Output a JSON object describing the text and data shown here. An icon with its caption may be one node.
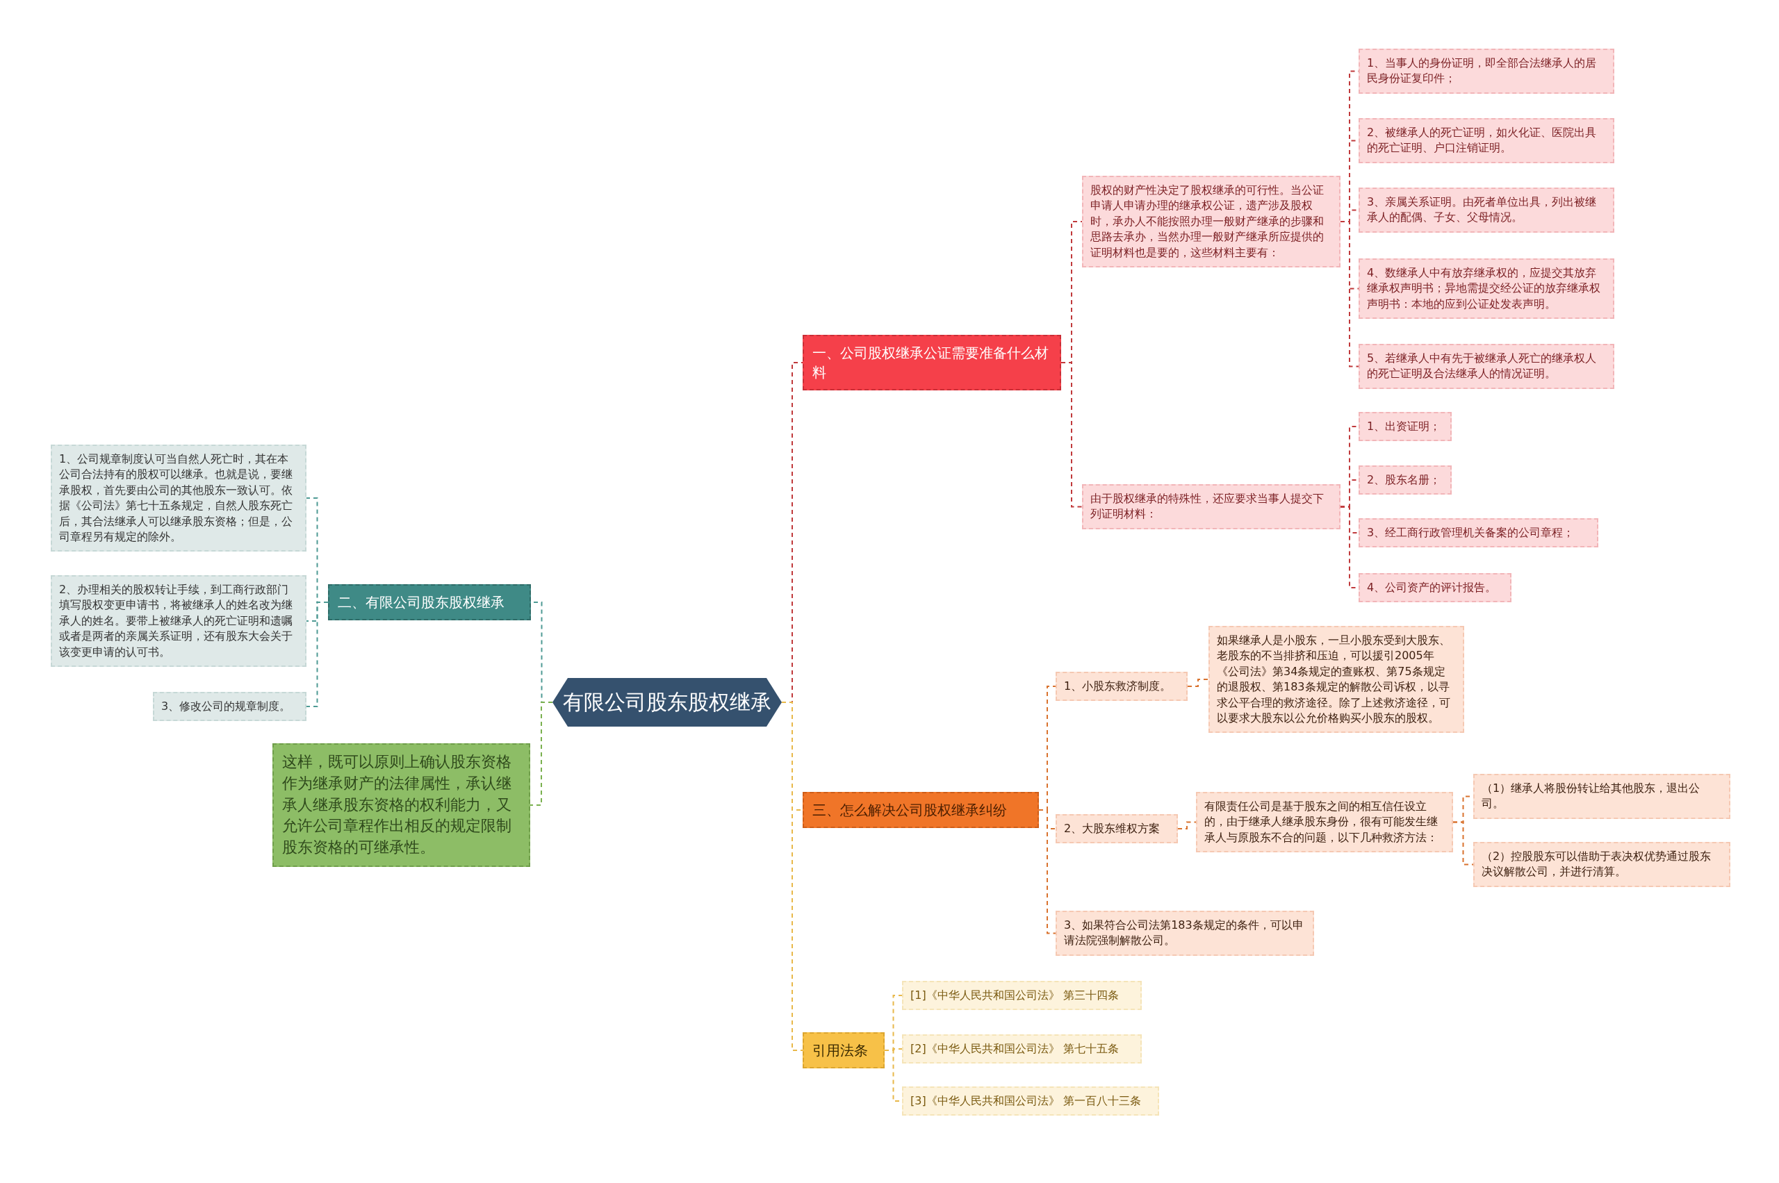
{
  "diagram": {
    "nodes": [
      {
        "text": [
          "有限公司股东股权继承"
        ]
      },
      {
        "text": [
          "一、公司股权继承公证需要准备什么材料"
        ]
      },
      {
        "text": [
          "股权的财产性决定了股权继承的可行性。当公证申请人申请办理的继承权公证，遗产涉及股权时，承办人不能按照办理一般财产继承的步骤和思路去承办，当然办理一般财产继承所应提供的证明材料也是要的，这些材料主要有："
        ]
      },
      {
        "text": [
          "1、当事人的身份证明，即全部合法继承人的居民身份证复印件；"
        ]
      },
      {
        "text": [
          "2、被继承人的死亡证明，如火化证、医院出具的死亡证明、户口注销证明。"
        ]
      },
      {
        "text": [
          "3、亲属关系证明。由死者单位出具，列出被继承人的配偶、子女、父母情况。"
        ]
      },
      {
        "text": [
          "4、数继承人中有放弃继承权的，应提交其放弃继承权声明书；异地需提交经公证的放弃继承权声明书：本地的应到公证处发表声明。"
        ]
      },
      {
        "text": [
          "5、若继承人中有先于被继承人死亡的继承权人的死亡证明及合法继承人的情况证明。"
        ]
      },
      {
        "text": [
          "由于股权继承的特殊性，还应要求当事人提交下列证明材料："
        ]
      },
      {
        "text": [
          "1、出资证明；"
        ]
      },
      {
        "text": [
          "2、股东名册；"
        ]
      },
      {
        "text": [
          "3、经工商行政管理机关备案的公司章程；"
        ]
      },
      {
        "text": [
          "4、公司资产的评计报告。"
        ]
      },
      {
        "text": [
          "三、怎么解决公司股权继承纠纷"
        ]
      },
      {
        "text": [
          "1、小股东救济制度。"
        ]
      },
      {
        "text": [
          "如果继承人是小股东，一旦小股东受到大股东、老股东的不当排挤和压迫，可以援引2005年《公司法》第34条规定的查账权、第75条规定的退股权、第183条规定的解散公司诉权，以寻求公平合理的救济途径。除了上述救济途径，可以要求大股东以公允价格购买小股东的股权。"
        ]
      },
      {
        "text": [
          "2、大股东维权方案"
        ]
      },
      {
        "text": [
          "有限责任公司是基于股东之间的相互信任设立的，由于继承人继承股东身份，很有可能发生继承人与原股东不合的问题，以下几种救济方法："
        ]
      },
      {
        "text": [
          "（1）继承人将股份转让给其他股东，退出公司。"
        ]
      },
      {
        "text": [
          "（2）控股股东可以借助于表决权优势通过股东决议解散公司，并进行清算。"
        ]
      },
      {
        "text": [
          "3、如果符合公司法第183条规定的条件，可以申请法院强制解散公司。"
        ]
      },
      {
        "text": [
          "引用法条"
        ]
      },
      {
        "text": [
          "[1]《中华人民共和国公司法》 第三十四条"
        ]
      },
      {
        "text": [
          "[2]《中华人民共和国公司法》 第七十五条"
        ]
      },
      {
        "text": [
          "[3]《中华人民共和国公司法》 第一百八十三条"
        ]
      },
      {
        "text": [
          "二、有限公司股东股权继承"
        ]
      },
      {
        "text": [
          "1、公司规章制度认可当自然人死亡时，其在本公司合法持有的股权可以继承。也就是说，要继承股权，首先要由公司的其他股东一致认可。依据《公司法》第七十五条规定，自然人股东死亡后，其合法继承人可以继承股东资格；但是，公司章程另有规定的除外。"
        ]
      },
      {
        "text": [
          "2、办理相关的股权转让手续，到工商行政部门填写股权变更申请书，将被继承人的姓名改为继承人的姓名。要带上被继承人的死亡证明和遗嘱或者是两者的亲属关系证明，还有股东大会关于该变更申请的认可书。"
        ]
      },
      {
        "text": [
          "3、修改公司的规章制度。"
        ]
      },
      {
        "text": [
          "这样，既可以原则上确认股东资格作为继承财产的法律属性，承认继承人继承股东资格的权利能力，又允许公司章程作出相反的规定限制股东资格的可继承性。"
        ]
      }
    ],
    "edges": [
      {
        "from": 0,
        "to": 1,
        "arrow": "none",
        "style": "dashed",
        "color": "#c0393b"
      },
      {
        "from": 0,
        "to": 13,
        "arrow": "none",
        "style": "dashed",
        "color": "#e8b84a"
      },
      {
        "from": 0,
        "to": 21,
        "arrow": "none",
        "style": "dashed",
        "color": "#e8b84a"
      },
      {
        "from": 0,
        "to": 25,
        "arrow": "none",
        "style": "dashed",
        "color": "#4e9a94"
      },
      {
        "from": 0,
        "to": 29,
        "arrow": "none",
        "style": "dashed",
        "color": "#7ab04f"
      },
      {
        "from": 1,
        "to": 2,
        "arrow": "none",
        "style": "dashed",
        "color": "#c0393b"
      },
      {
        "from": 1,
        "to": 8,
        "arrow": "none",
        "style": "dashed",
        "color": "#c0393b"
      },
      {
        "from": 2,
        "to": 3,
        "arrow": "none",
        "style": "dashed",
        "color": "#c0393b"
      },
      {
        "from": 2,
        "to": 4,
        "arrow": "none",
        "style": "dashed",
        "color": "#c0393b"
      },
      {
        "from": 2,
        "to": 5,
        "arrow": "none",
        "style": "dashed",
        "color": "#c0393b"
      },
      {
        "from": 2,
        "to": 6,
        "arrow": "none",
        "style": "dashed",
        "color": "#c0393b"
      },
      {
        "from": 2,
        "to": 7,
        "arrow": "none",
        "style": "dashed",
        "color": "#c0393b"
      },
      {
        "from": 8,
        "to": 9,
        "arrow": "none",
        "style": "dashed",
        "color": "#c0393b"
      },
      {
        "from": 8,
        "to": 10,
        "arrow": "none",
        "style": "dashed",
        "color": "#c0393b"
      },
      {
        "from": 8,
        "to": 11,
        "arrow": "none",
        "style": "dashed",
        "color": "#c0393b"
      },
      {
        "from": 8,
        "to": 12,
        "arrow": "none",
        "style": "dashed",
        "color": "#c0393b"
      },
      {
        "from": 13,
        "to": 14,
        "arrow": "none",
        "style": "dashed",
        "color": "#d9732f"
      },
      {
        "from": 13,
        "to": 16,
        "arrow": "none",
        "style": "dashed",
        "color": "#d9732f"
      },
      {
        "from": 13,
        "to": 20,
        "arrow": "none",
        "style": "dashed",
        "color": "#d9732f"
      },
      {
        "from": 14,
        "to": 15,
        "arrow": "none",
        "style": "dashed",
        "color": "#d9732f"
      },
      {
        "from": 16,
        "to": 17,
        "arrow": "none",
        "style": "dashed",
        "color": "#d9732f"
      },
      {
        "from": 17,
        "to": 18,
        "arrow": "none",
        "style": "dashed",
        "color": "#d9732f"
      },
      {
        "from": 17,
        "to": 19,
        "arrow": "none",
        "style": "dashed",
        "color": "#d9732f"
      },
      {
        "from": 21,
        "to": 22,
        "arrow": "none",
        "style": "dashed",
        "color": "#e8b84a"
      },
      {
        "from": 21,
        "to": 23,
        "arrow": "none",
        "style": "dashed",
        "color": "#e8b84a"
      },
      {
        "from": 21,
        "to": 24,
        "arrow": "none",
        "style": "dashed",
        "color": "#e8b84a"
      },
      {
        "from": 25,
        "to": 26,
        "arrow": "none",
        "style": "dashed",
        "color": "#4e9a94"
      },
      {
        "from": 25,
        "to": 27,
        "arrow": "none",
        "style": "dashed",
        "color": "#4e9a94"
      },
      {
        "from": 25,
        "to": 28,
        "arrow": "none",
        "style": "dashed",
        "color": "#4e9a94"
      }
    ]
  }
}
